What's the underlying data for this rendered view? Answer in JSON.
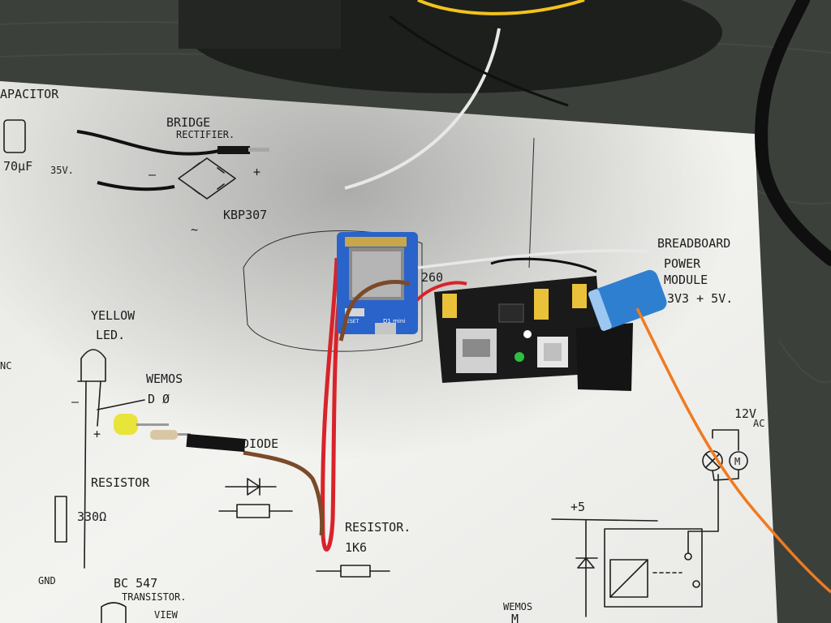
{
  "labels": {
    "capacitor_heading": "APACITOR",
    "capacitor_value": "70µF",
    "capacitor_voltage": "35V.",
    "bridge_title_1": "BRIDGE",
    "bridge_title_2": "RECTIFIER.",
    "bridge_part": "KBP307",
    "bridge_minus": "–",
    "bridge_plus": "+",
    "bridge_ac": "~",
    "yellow_led_1": "YELLOW",
    "yellow_led_2": "LED.",
    "led_minus": "–",
    "led_plus": "+",
    "wemos_pin_1": "WEMOS",
    "wemos_pin_2": "D Ø",
    "resistor_heading": "RESISTOR",
    "resistor_value": "330Ω",
    "gnd": "GND",
    "diode_heading": "DIODE",
    "resistor2_heading": "RESISTOR.",
    "resistor2_value": "1K6",
    "transistor_1": "BC 547",
    "transistor_2": "TRANSISTOR.",
    "transistor_3": "VIEW",
    "wemos_bottom": "WEMOS",
    "wemos_bottom_2": "M",
    "breadboard_1": "BREADBOARD",
    "breadboard_2": "POWER",
    "breadboard_3": "MODULE",
    "breadboard_4": "3V3 + 5V.",
    "relay_supply": "+5",
    "ac_supply": "12V",
    "ac_supply_sub": "AC",
    "motor_m": "M",
    "left_edge_nc": "NC",
    "wemos_board_label": "D1 mini",
    "wemos_reset": "RESET",
    "sticker_260": "260"
  },
  "colors": {
    "table": "#3a3f3a",
    "paper": "#f1f1ee",
    "wemos_blue": "#2a63c9",
    "module_black": "#1a1a1a",
    "capacitor_blue": "#2e7fd0",
    "wire_red": "#d8232a",
    "wire_brown": "#7a4a2a",
    "wire_orange": "#f07a20",
    "wire_white": "#e8e8e8",
    "wire_yellow": "#f2c31c",
    "led_yellow": "#e8e43a"
  }
}
